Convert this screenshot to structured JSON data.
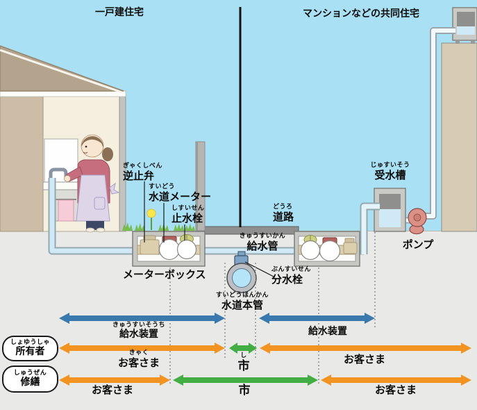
{
  "titles": {
    "detached_house": "一戸建住宅",
    "apartment": "マンションなどの共同住宅"
  },
  "scene": {
    "check_valve": {
      "furigana": "ぎゃくしべん",
      "label": "逆止弁"
    },
    "water_meter": {
      "furigana": "すいどう",
      "label": "水道メーター"
    },
    "stop_valve": {
      "furigana": "しすいせん",
      "label": "止水栓"
    },
    "road": {
      "furigana": "どうろ",
      "label": "道路"
    },
    "supply_pipe": {
      "furigana": "きゅうすいかん",
      "label": "給水管"
    },
    "receiving_tank": {
      "furigana": "じゅすいそう",
      "label": "受水槽"
    },
    "pump": {
      "label": "ポンプ"
    },
    "meter_box": {
      "label": "メーターボックス"
    },
    "branch_valve": {
      "furigana": "ぶんすいせん",
      "label": "分水栓"
    },
    "water_main": {
      "furigana": "すいどうほんかん",
      "label": "水道本管"
    }
  },
  "legend": {
    "owner_badge": {
      "furigana": "しょゆうしゃ",
      "label": "所有者"
    },
    "repair_badge": {
      "furigana": "しゅうぜん",
      "label": "修繕"
    },
    "equipment_row": {
      "left": {
        "furigana": "きゅうすいそうち",
        "label": "給水装置"
      },
      "right": {
        "label": "給水装置"
      }
    },
    "owner_row": {
      "left": {
        "furigana": "きゃく",
        "label": "お客さま"
      },
      "middle": {
        "furigana": "し",
        "label": "市"
      },
      "right": {
        "label": "お客さま"
      }
    },
    "repair_row": {
      "left": {
        "label": "お客さま"
      },
      "middle": {
        "label": "市"
      },
      "right": {
        "label": "お客さま"
      }
    }
  },
  "colors": {
    "sky": "#a9e0f4",
    "ground": "#e9e9e8",
    "road": "#8f8f8f",
    "arrow_blue": "#3a79ad",
    "arrow_orange": "#f39322",
    "arrow_green": "#41ad43",
    "pipe": "#cfe9f6"
  }
}
